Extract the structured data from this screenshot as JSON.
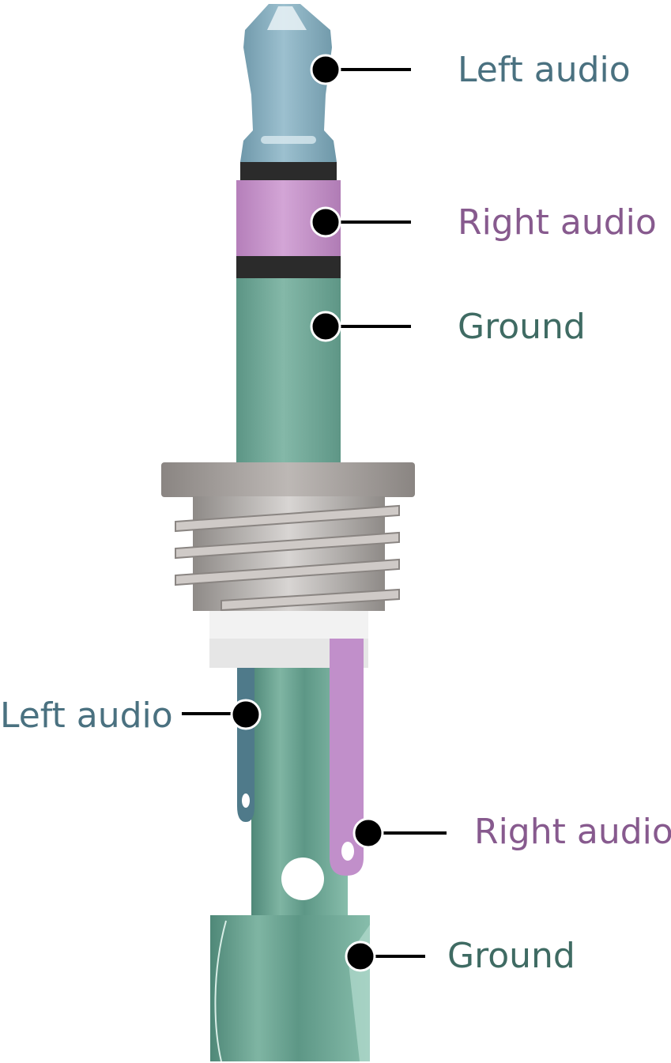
{
  "colors": {
    "left_audio": "#4a7180",
    "right_audio": "#875a8e",
    "ground": "#3f6b63",
    "tip_fill": "#8db3c3",
    "ring_fill": "#c593c9",
    "sleeve_fill": "#6fa897",
    "insulator": "#2b2b2b",
    "nut": "#9a9592",
    "dot": "#000000"
  },
  "labels": {
    "plug_tip": "Left audio",
    "plug_ring": "Right audio",
    "plug_sleeve": "Ground",
    "jack_left": "Left audio",
    "jack_right": "Right audio",
    "jack_ground": "Ground"
  }
}
